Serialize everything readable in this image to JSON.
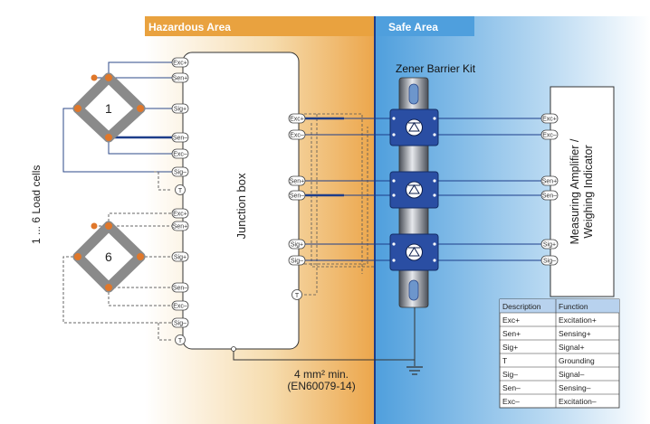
{
  "zones": {
    "hazardous": "Hazardous Area",
    "safe": "Safe Area"
  },
  "load_cells": {
    "side_label": "1 ... 6 Load cells",
    "cell_1": "1",
    "cell_6": "6",
    "pins": [
      "Exc+",
      "Sen+",
      "Sig+",
      "Sen–",
      "Exc–",
      "Sig–",
      "T"
    ]
  },
  "junction_box": {
    "label": "Junction box",
    "right_pins": [
      "Exc+",
      "Exc–",
      "Sen+",
      "Sen–",
      "Sig+",
      "Sig–",
      "T"
    ]
  },
  "barrier": {
    "title": "Zener Barrier Kit"
  },
  "amplifier": {
    "label_line1": "Measuring Amplifier /",
    "label_line2": "Weighing Indicator",
    "pins": [
      "Exc+",
      "Exc–",
      "Sen+",
      "Sen–",
      "Sig+",
      "Sig–"
    ]
  },
  "ground": {
    "line1": "4 mm² min.",
    "line2": "(EN60079-14)"
  },
  "legend": {
    "headers": [
      "Description",
      "Function"
    ],
    "rows": [
      [
        "Exc+",
        "Excitation+"
      ],
      [
        "Sen+",
        "Sensing+"
      ],
      [
        "Sig+",
        "Signal+"
      ],
      [
        "T",
        "Grounding"
      ],
      [
        "Sig–",
        "Signal–"
      ],
      [
        "Sen–",
        "Sensing–"
      ],
      [
        "Exc–",
        "Excitation–"
      ]
    ]
  }
}
